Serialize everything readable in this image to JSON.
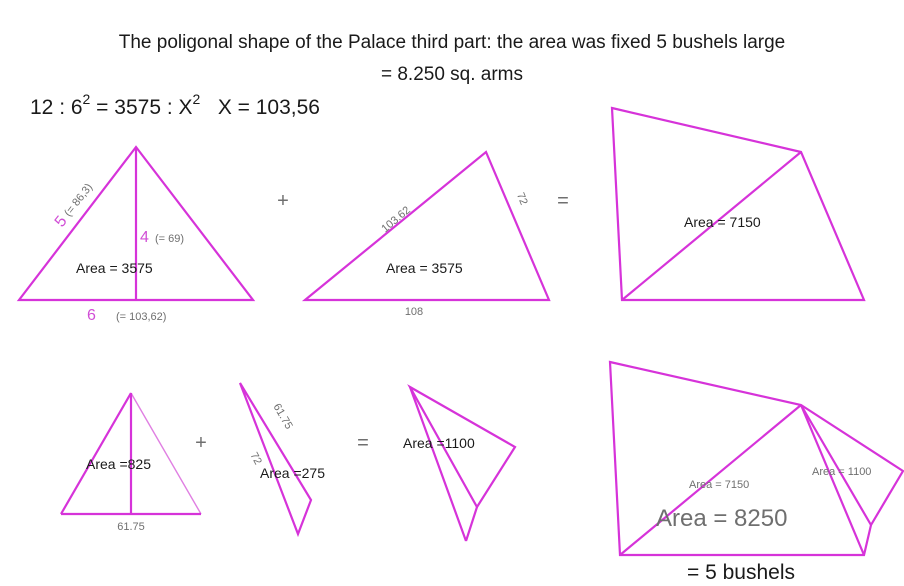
{
  "title_line1": "The poligonal shape of the Palace third part: the area was fixed 5 bushels large",
  "title_line2": "= 8.250 sq. arms",
  "formula": {
    "a": "12 : 6",
    "exp1": "2",
    "b": " = 3575 : X",
    "exp2": "2",
    "c": "   X = 103,56"
  },
  "operators": {
    "plus": "+",
    "equals": "="
  },
  "row1": {
    "tri1": {
      "side_left": "5",
      "side_left_note": "(= 86,3)",
      "height": "4",
      "height_note": "(= 69)",
      "base": "6",
      "base_note": "(= 103,62)",
      "area": "Area = 3575"
    },
    "tri2": {
      "side_left": "103.62",
      "side_right": "72",
      "base": "108",
      "area": "Area = 3575"
    },
    "quad": {
      "area": "Area = 7150"
    }
  },
  "row2": {
    "tri1": {
      "area": "Area =825",
      "base": "61.75"
    },
    "tri2": {
      "side_a": "61.75",
      "side_b": "72",
      "area": "Area =275"
    },
    "tri3": {
      "area": "Area =1100"
    },
    "final": {
      "area_left": "Area = 7150",
      "area_right": "Area = 1100",
      "area_total": "Area = 8250",
      "caption": "= 5 bushels"
    }
  },
  "colors": {
    "edge": "#d633d9",
    "label": "#d14fd6",
    "text": "#1a1a1a",
    "note": "#6f6f6f"
  }
}
